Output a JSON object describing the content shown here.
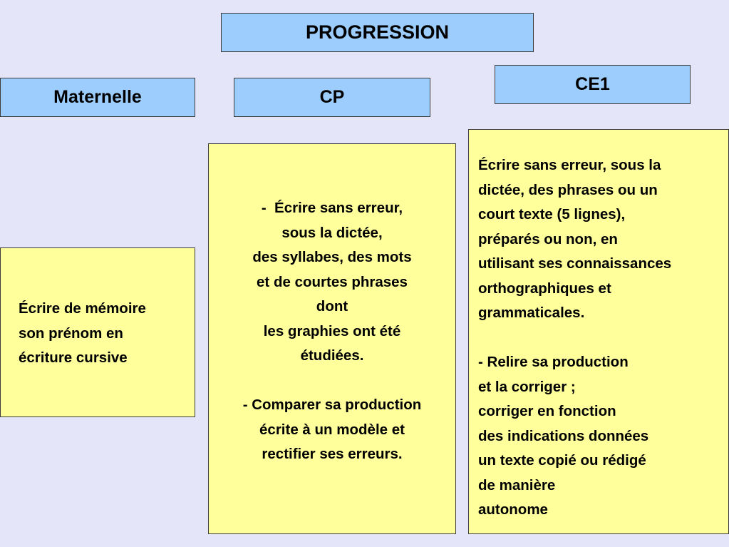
{
  "title": "PROGRESSION",
  "columns": [
    {
      "heading": "Maternelle",
      "lines": [
        "Écrire de mémoire",
        "son prénom en",
        "écriture cursive"
      ]
    },
    {
      "heading": "CP",
      "paragraph1": [
        "-  Écrire sans erreur,",
        "sous la dictée,",
        "des syllabes, des mots",
        "et de courtes phrases",
        "dont",
        "les graphies ont été",
        "étudiées."
      ],
      "paragraph2": [
        "- Comparer sa production",
        "écrite à un modèle et",
        "rectifier ses erreurs."
      ]
    },
    {
      "heading": "CE1",
      "paragraph1": [
        "Écrire sans erreur, sous la",
        "dictée, des phrases ou un",
        "court texte (5 lignes),",
        "préparés ou non, en",
        "utilisant ses connaissances",
        "orthographiques et",
        "grammaticales."
      ],
      "paragraph2": [
        "- Relire sa production",
        "et la corriger ;",
        "corriger en fonction",
        "des indications données",
        "un texte copié ou rédigé",
        "de manière",
        "autonome"
      ]
    }
  ]
}
